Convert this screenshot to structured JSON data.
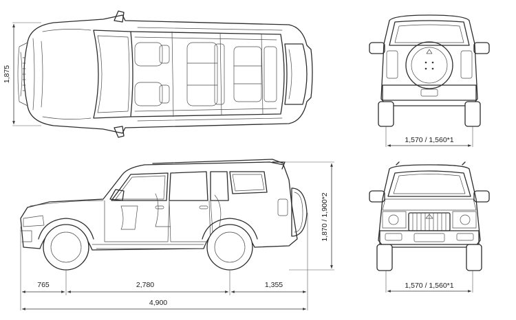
{
  "dimensions": {
    "overall_width": "1,875",
    "rear_track": "1,570 / 1,560*1",
    "overall_height": "1,870 / 1,900*2",
    "front_track": "1,570 / 1,560*1",
    "front_overhang": "765",
    "wheelbase": "2,780",
    "rear_overhang": "1,355",
    "overall_length": "4,900"
  }
}
